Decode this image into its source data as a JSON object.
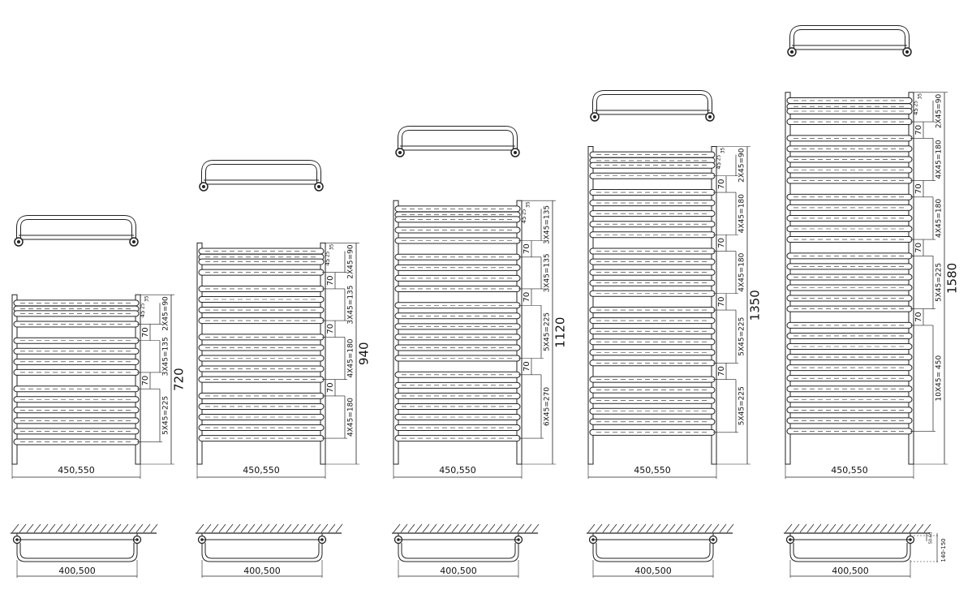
{
  "radiators": [
    {
      "height": "720",
      "height_mm": 720,
      "width": "450,550",
      "top_width": "400,500",
      "small": [
        "35",
        "25",
        "45"
      ],
      "gap": "70",
      "groups": [
        {
          "label": "2X45=90",
          "n": 2
        },
        {
          "label": "3X45=135",
          "n": 3
        },
        {
          "label": "5X45=225",
          "n": 5
        }
      ]
    },
    {
      "height": "940",
      "height_mm": 940,
      "width": "450,550",
      "top_width": "400,500",
      "small": [
        "35",
        "25",
        "45"
      ],
      "gap": "70",
      "groups": [
        {
          "label": "2X45=90",
          "n": 2
        },
        {
          "label": "3X45=135",
          "n": 3
        },
        {
          "label": "4X45=180",
          "n": 4
        },
        {
          "label": "4X45=180",
          "n": 4
        }
      ]
    },
    {
      "height": "1120",
      "height_mm": 1120,
      "width": "450,550",
      "top_width": "400,500",
      "small": [
        "35",
        "25",
        "45"
      ],
      "gap": "70",
      "groups": [
        {
          "label": "3X45=135",
          "n": 3
        },
        {
          "label": "3X45=135",
          "n": 3
        },
        {
          "label": "5X45=225",
          "n": 5
        },
        {
          "label": "6X45=270",
          "n": 6
        }
      ]
    },
    {
      "height": "1350",
      "height_mm": 1350,
      "width": "450,550",
      "top_width": "400,500",
      "small": [
        "35",
        "25",
        "45"
      ],
      "gap": "70",
      "groups": [
        {
          "label": "2X45=90",
          "n": 2
        },
        {
          "label": "4X45=180",
          "n": 4
        },
        {
          "label": "4X45=180",
          "n": 4
        },
        {
          "label": "5X45=225",
          "n": 5
        },
        {
          "label": "5X45=225",
          "n": 5
        }
      ]
    },
    {
      "height": "1580",
      "height_mm": 1580,
      "width": "450,550",
      "top_width": "400,500",
      "small": [
        "35",
        "25",
        "45"
      ],
      "gap": "70",
      "groups": [
        {
          "label": "2X45=90",
          "n": 2
        },
        {
          "label": "4X45=180",
          "n": 4
        },
        {
          "label": "4X45=180",
          "n": 4
        },
        {
          "label": "5X45=225",
          "n": 5
        },
        {
          "label": "10X45= 450",
          "n": 10
        }
      ],
      "wall_offset": "140-150",
      "bracket_offset": "50-60"
    }
  ]
}
